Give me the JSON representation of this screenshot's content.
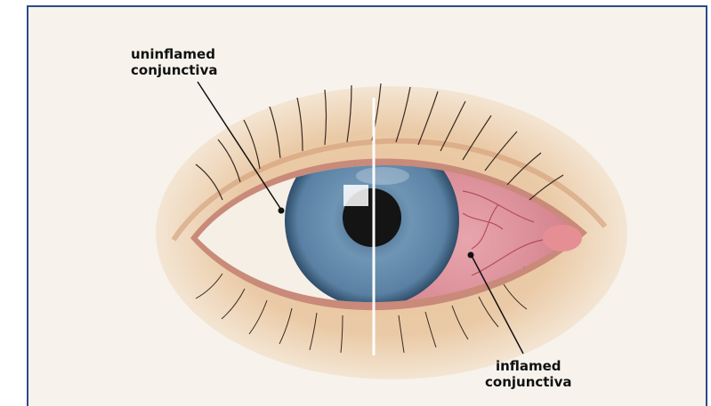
{
  "labels": {
    "uninflamed": {
      "line1": "uninflamed",
      "line2": "conjunctiva"
    },
    "inflamed": {
      "line1": "inflamed",
      "line2": "conjunctiva"
    }
  },
  "colors": {
    "frame_border": "#2b4a8a",
    "background": "#f7f3ec",
    "skin": "#e8c39a",
    "healthy_sclera": "#f5efe6",
    "inflamed_sclera": "#dc8f99",
    "iris": "#5f86a6",
    "pupil": "#141414",
    "divider": "#ffffff",
    "pointer": "#111111"
  },
  "icons": [
    "eye-illustration"
  ]
}
